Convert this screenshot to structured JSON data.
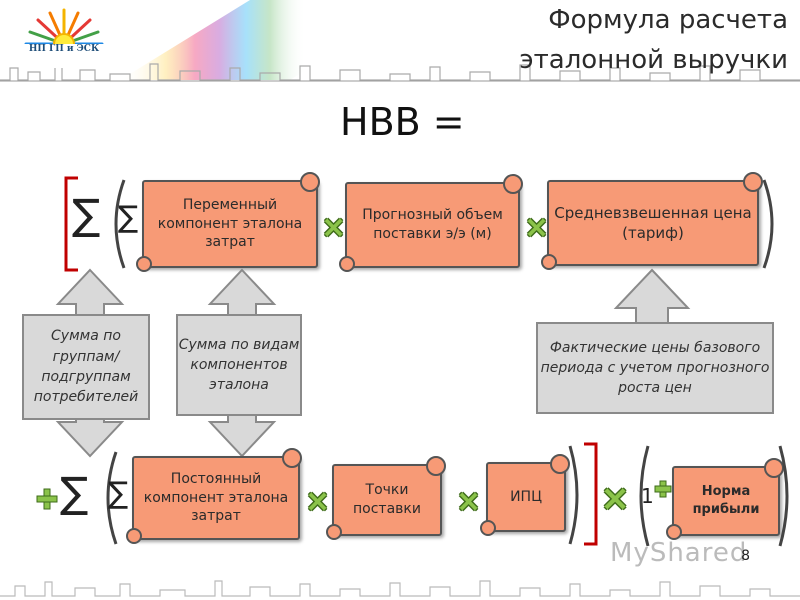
{
  "header": {
    "logo_text": "НП ГП и ЭСК",
    "title_line1": "Формула расчета",
    "title_line2": "эталонной выручки"
  },
  "formula": {
    "label": "НВВ ="
  },
  "symbols": {
    "sum": "∑",
    "one": "1"
  },
  "row1": {
    "box1": "Переменный компонент эталона затрат",
    "box2": "Прогнозный объем поставки э/э (м)",
    "box3": "Средневзвешенная цена (тариф)"
  },
  "row2": {
    "box1": "Постоянный компонент эталона затрат",
    "box2": "Точки поставки",
    "box3": "ИПЦ",
    "box4": "Норма прибыли"
  },
  "callouts": {
    "groups": "Сумма по группам/ подгруппам потребителей",
    "components": "Сумма по видам компонентов эталона",
    "prices": "Фактические цены базового периода с учетом прогнозного роста цен"
  },
  "footer": {
    "page_number": "8",
    "watermark": "MyShared"
  },
  "colors": {
    "scroll_fill": "#f79a76",
    "callout_fill": "#d9d9d9",
    "bracket_red": "#c00000",
    "multiply_green": "#8bc34a"
  }
}
